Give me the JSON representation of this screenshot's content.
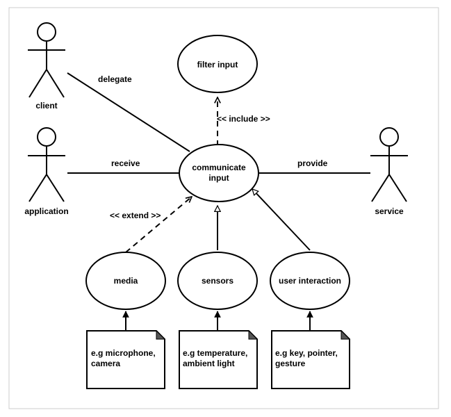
{
  "actors": {
    "client": "client",
    "application": "application",
    "service": "service"
  },
  "use_cases": {
    "filter_input": "filter input",
    "communicate_input_line1": "communicate",
    "communicate_input_line2": "input",
    "media": "media",
    "sensors": "sensors",
    "user_interaction": "user interaction"
  },
  "relations": {
    "delegate": "delegate",
    "receive": "receive",
    "provide": "provide",
    "include": "<< include >>",
    "extend": "<< extend >>"
  },
  "notes": {
    "media": [
      "e.g microphone,",
      "camera"
    ],
    "sensors": [
      "e.g temperature,",
      "ambient light"
    ],
    "user_interaction": [
      "e.g key, pointer,",
      "gesture"
    ]
  }
}
